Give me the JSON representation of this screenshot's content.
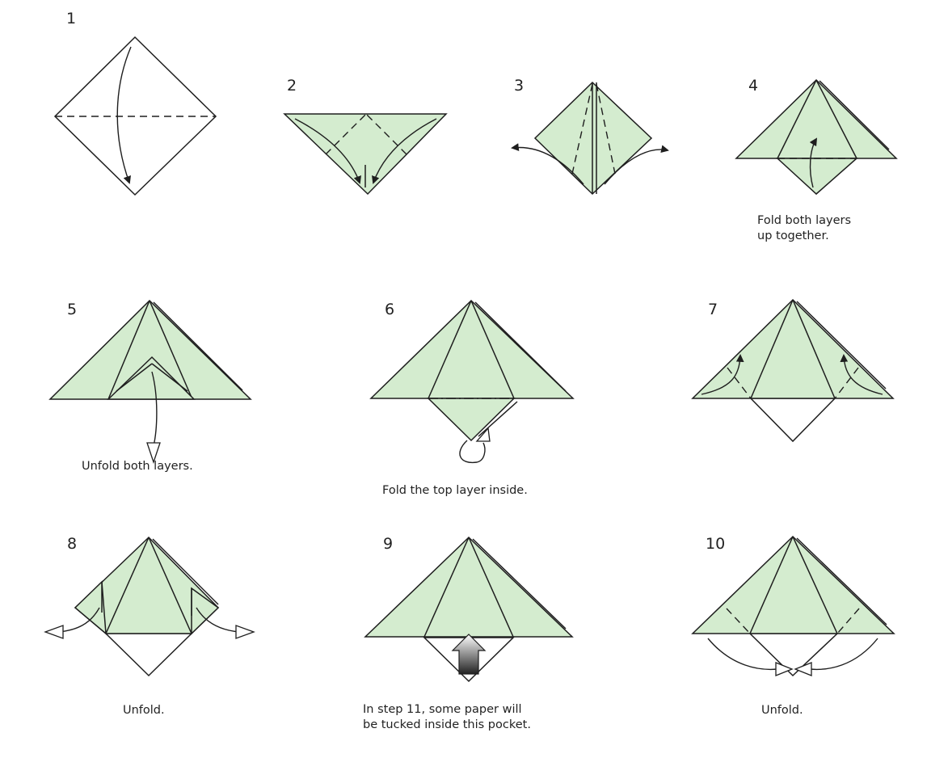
{
  "steps": [
    {
      "number": "1",
      "caption": ""
    },
    {
      "number": "2",
      "caption": ""
    },
    {
      "number": "3",
      "caption": ""
    },
    {
      "number": "4",
      "caption": "Fold both layers\nup together."
    },
    {
      "number": "5",
      "caption": "Unfold both layers."
    },
    {
      "number": "6",
      "caption": "Fold the top layer inside."
    },
    {
      "number": "7",
      "caption": ""
    },
    {
      "number": "8",
      "caption": "Unfold."
    },
    {
      "number": "9",
      "caption": "In step 11, some paper will\nbe tucked inside this pocket."
    },
    {
      "number": "10",
      "caption": "Unfold."
    }
  ],
  "colors": {
    "paper": "#d4eccf",
    "line": "#1e1e1e",
    "background": "#ffffff"
  }
}
